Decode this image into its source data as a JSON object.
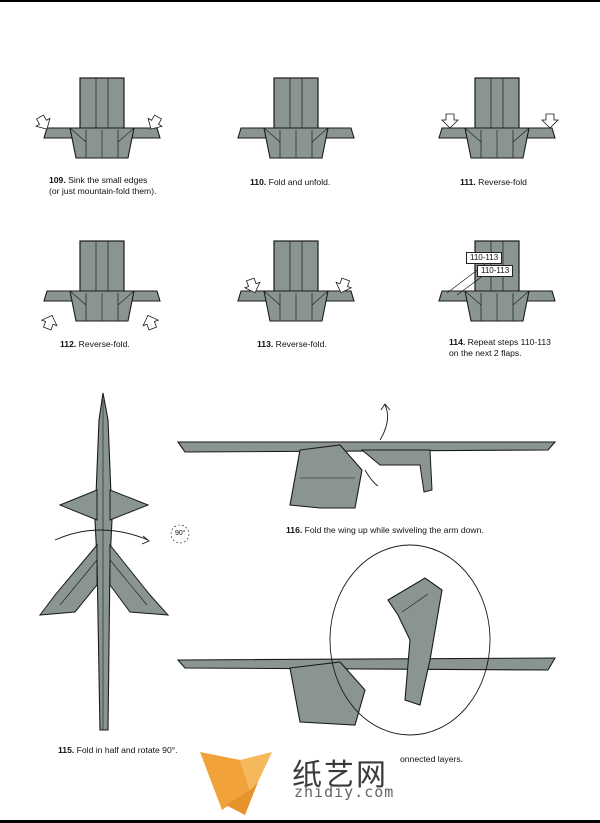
{
  "steps": [
    {
      "num": "109.",
      "text": "Sink the small edges",
      "text2": "(or just mountain-fold them)."
    },
    {
      "num": "110.",
      "text": "Fold and unfold.",
      "text2": ""
    },
    {
      "num": "111.",
      "text": "Reverse-fold",
      "text2": ""
    },
    {
      "num": "112.",
      "text": "Reverse-fold.",
      "text2": ""
    },
    {
      "num": "113.",
      "text": "Reverse-fold.",
      "text2": ""
    },
    {
      "num": "114.",
      "text": "Repeat steps 110-113",
      "text2": "on the next 2 flaps."
    },
    {
      "num": "115.",
      "text": "Fold in half and rotate 90°.",
      "text2": ""
    },
    {
      "num": "116.",
      "text": "Fold the wing up while swiveling the arm down.",
      "text2": ""
    },
    {
      "num": "",
      "text": "onnected layers.",
      "text2": ""
    }
  ],
  "refs": [
    "110-113",
    "110-113"
  ],
  "rotation_label": "90°",
  "watermark": {
    "cn": "纸艺网",
    "en": "zhidiy.com"
  },
  "colors": {
    "paper": "#8a9590",
    "line": "#1a1a1a",
    "accent": "#f2a23a"
  }
}
